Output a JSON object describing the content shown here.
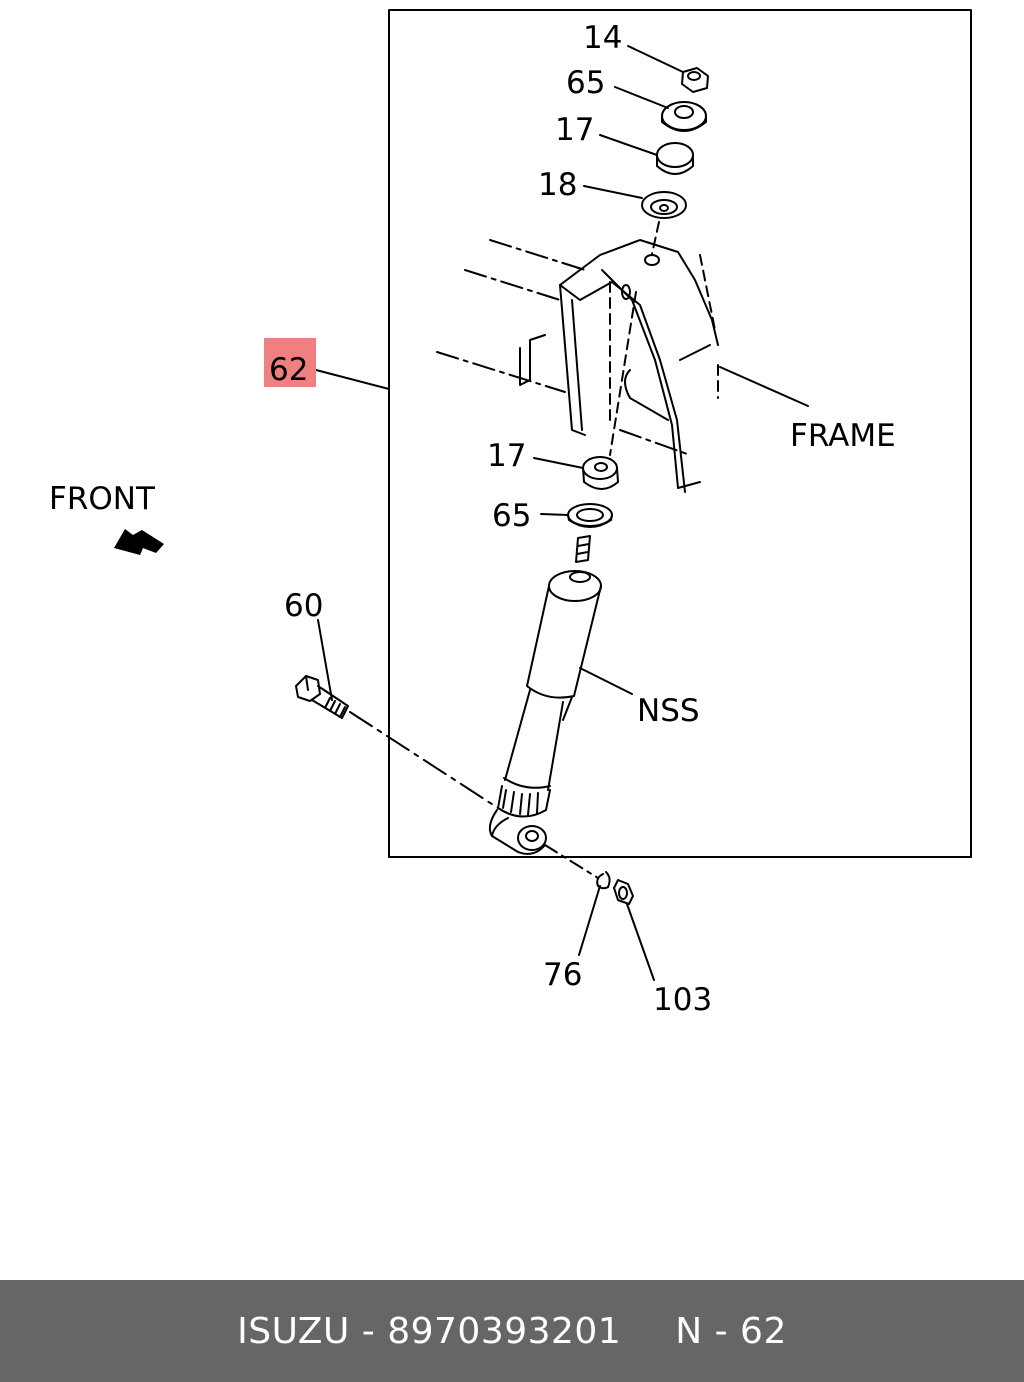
{
  "diagram": {
    "callouts": {
      "c14": "14",
      "c65_top": "65",
      "c17_top": "17",
      "c18": "18",
      "c62": "62",
      "c17_mid": "17",
      "c65_mid": "65",
      "c60": "60",
      "c76": "76",
      "c103": "103"
    },
    "labels": {
      "frame": "FRAME",
      "nss": "NSS",
      "front": "FRONT"
    },
    "highlight_color": "#f08080"
  },
  "footer": {
    "part_text": "ISUZU - 8970393201",
    "ref_text": "N - 62"
  }
}
